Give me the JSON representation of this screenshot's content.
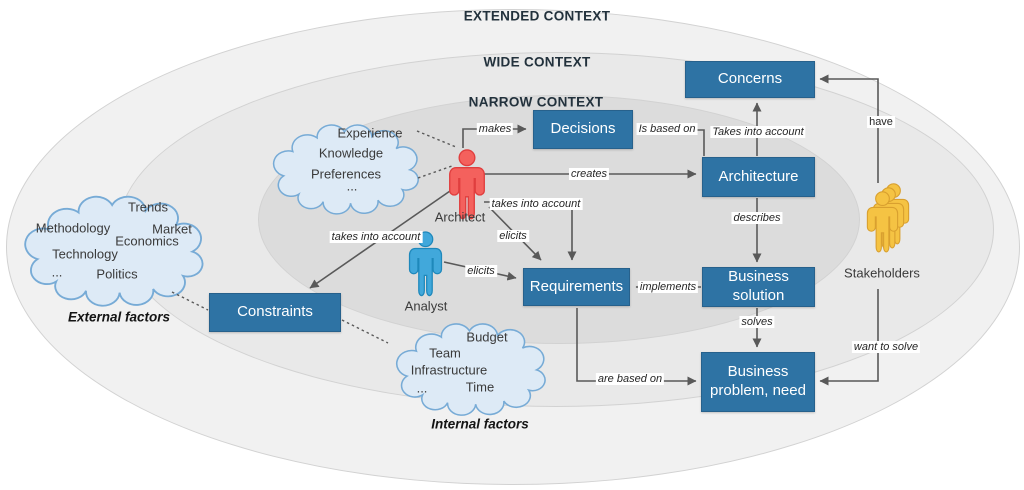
{
  "rings": {
    "extended": "EXTENDED CONTEXT",
    "wide": "WIDE CONTEXT",
    "narrow": "NARROW CONTEXT"
  },
  "boxes": {
    "concerns": "Concerns",
    "decisions": "Decisions",
    "architecture": "Architecture",
    "business_solution": "Business solution",
    "requirements": "Requirements",
    "business_problem": "Business problem, need",
    "constraints": "Constraints"
  },
  "actors": {
    "architect": "Architect",
    "analyst": "Analyst",
    "stakeholders": "Stakeholders"
  },
  "clouds": {
    "personal": {
      "lines": [
        "Experience",
        "Knowledge",
        "Preferences",
        "..."
      ]
    },
    "external": {
      "lines": [
        "Trends",
        "Methodology",
        "Market",
        "Economics",
        "Technology",
        "...",
        "Politics"
      ],
      "caption": "External factors"
    },
    "internal": {
      "lines": [
        "Budget",
        "Team",
        "Infrastructure",
        "...",
        "Time"
      ],
      "caption": "Internal factors"
    }
  },
  "edge_labels": {
    "makes": "makes",
    "creates": "creates",
    "is_based_on": "Is based on",
    "takes_into_account_concerns": "Takes into account",
    "have": "have",
    "describes": "describes",
    "implements": "implements",
    "solves": "solves",
    "want_to_solve": "want to solve",
    "are_based_on": "are based on",
    "takes_into_account_requirements": "takes into account",
    "elicits_architect": "elicits",
    "elicits_analyst": "elicits",
    "takes_into_account_constraints": "takes into account"
  },
  "colors": {
    "box_fill": "#2e73a4",
    "box_border": "#27618c",
    "arrow": "#595959",
    "architect": "#f4615d",
    "analyst": "#41a8db",
    "stakeholders": "#f5c343",
    "cloud_fill": "#ddeaf6",
    "cloud_stroke": "#77abd6",
    "ring_extended": "#f1f1f1",
    "ring_wide": "#e9e9e9",
    "ring_narrow": "#dcdcdc"
  }
}
